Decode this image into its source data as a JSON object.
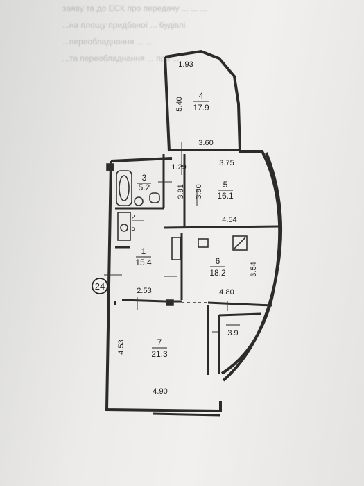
{
  "bleed_through": {
    "line1": "заяву та до   ЕСК   про передачу ...   ...   ...",
    "line2": "...на площу придбаної ...   будівлі",
    "line3": "...переобладнання ... ...",
    "line4": "...та переобладнання ... при ..."
  },
  "floor_plan": {
    "section_marker": "24",
    "rooms": [
      {
        "number": "1",
        "area": "15.4"
      },
      {
        "number": "2",
        "area": "5"
      },
      {
        "number": "3",
        "area": "5.2"
      },
      {
        "number": "4",
        "area": "17.9"
      },
      {
        "number": "5",
        "area": "16.1"
      },
      {
        "number": "6",
        "area": "18.2"
      },
      {
        "number": "7",
        "area": "21.3"
      },
      {
        "area": "3.9"
      }
    ],
    "dimensions": {
      "d1": "1.93",
      "d2": "5.40",
      "d3": "3.60",
      "d4": "1.29",
      "d5": "3.75",
      "d6": "3.81",
      "d7": "3.80",
      "d8": "4.54",
      "d9": "3.54",
      "d10": "2.53",
      "d11": "4.80",
      "d12": "4.53",
      "d13": "4.90"
    }
  }
}
